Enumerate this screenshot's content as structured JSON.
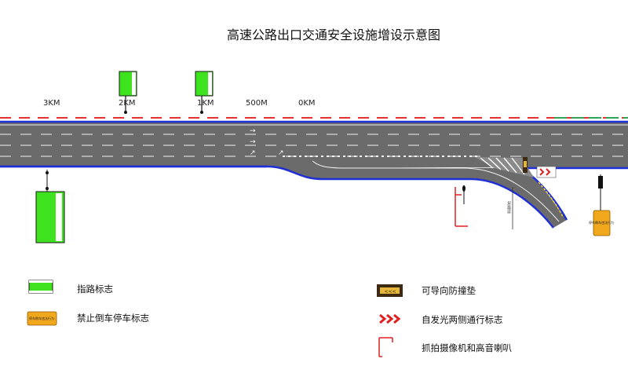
{
  "title": "高速公路出口交通安全设施增设示意图",
  "distance_marks": [
    "3KM",
    "2KM",
    "1KM",
    "500M",
    "0KM"
  ],
  "sign_texts": {
    "no_reverse_sign": "停车倒车违法行为",
    "speed_camera_pole": "限速抓拍"
  },
  "legend": [
    {
      "label": "指路标志",
      "icon": "green-guide-sign-icon"
    },
    {
      "label": "禁止倒车停车标志",
      "icon": "orange-no-reverse-sign-icon"
    },
    {
      "label": "可导向防撞垫",
      "icon": "crash-cushion-icon"
    },
    {
      "label": "自发光两侧通行标志",
      "icon": "chevron-sign-icon"
    },
    {
      "label": "抓拍摄像机和高音喇叭",
      "icon": "camera-speaker-icon"
    }
  ],
  "colors": {
    "road": "#6b6b6b",
    "edge_blue": "#1f2fd6",
    "guide_green": "#3ee21e",
    "warning_orange": "#f2a81d",
    "chevron_red": "#e02020",
    "dash_red": "#e53030",
    "dash_green": "#2fa35a"
  }
}
